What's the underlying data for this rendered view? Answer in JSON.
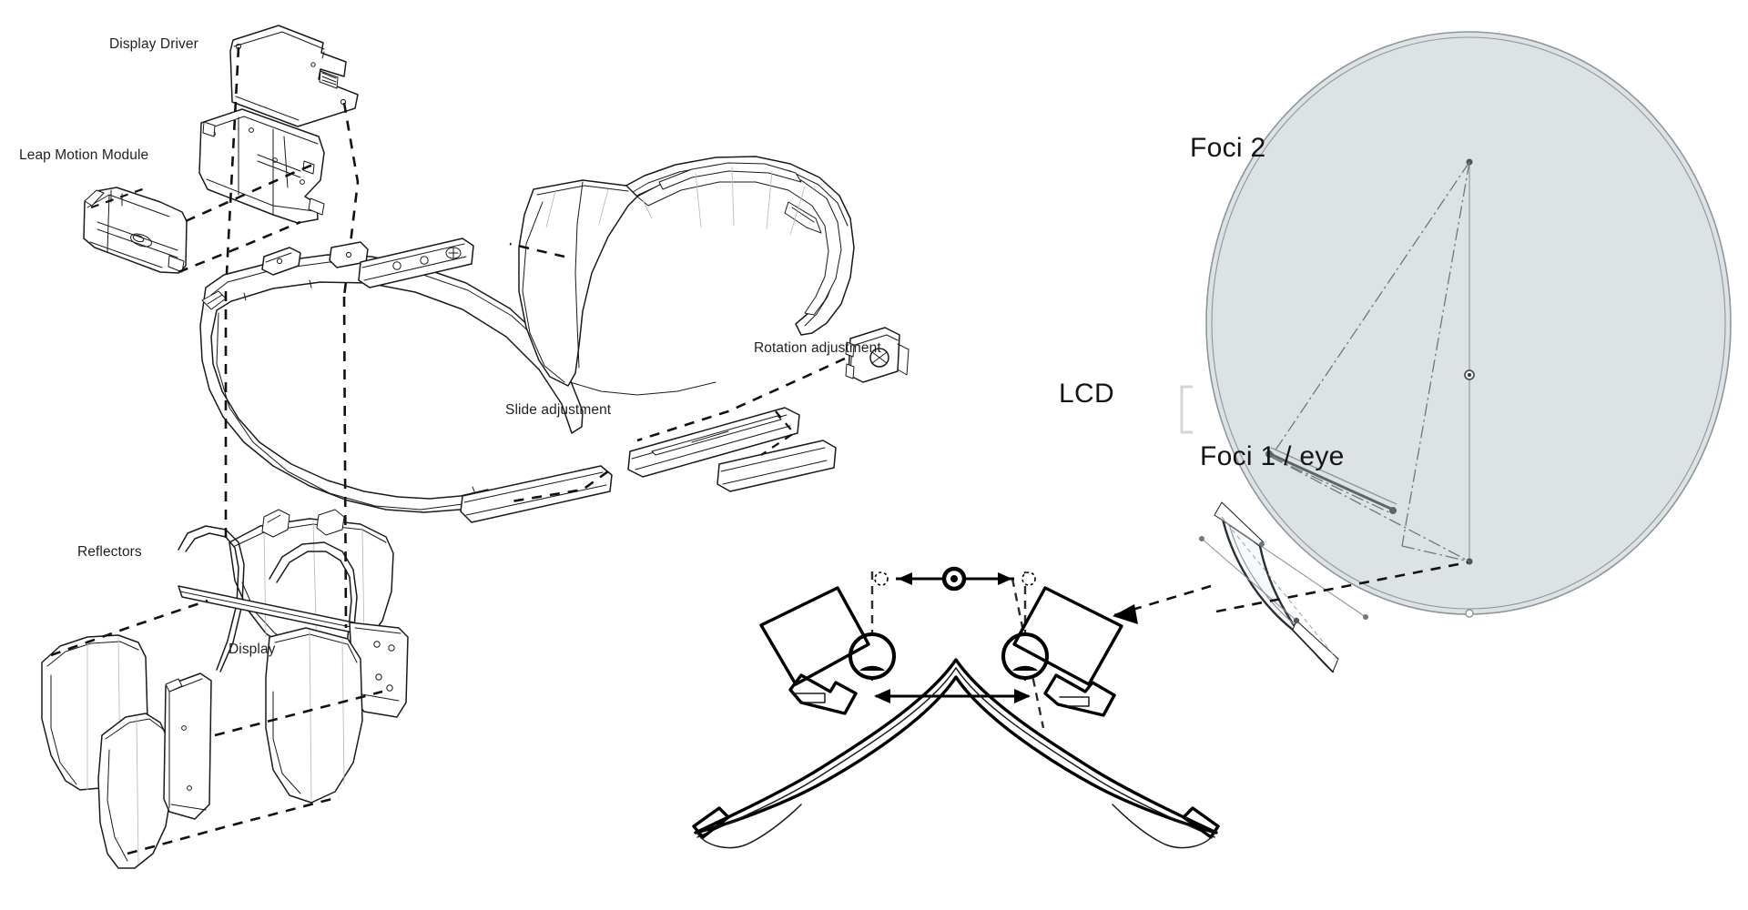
{
  "diagram": {
    "title": "AR Headset Exploded Assembly and Ellipsoidal Optics Diagram",
    "background_color": "#ffffff",
    "line_color": "#1a1a1a",
    "ellipse_fill": "#dde3e5",
    "ellipse_stroke": "#8c969b",
    "label_color": "#231f20"
  },
  "exploded_view": {
    "labels": [
      {
        "id": "display-driver",
        "text": "Display Driver"
      },
      {
        "id": "leap-motion-module",
        "text": "Leap Motion Module"
      },
      {
        "id": "rotation-adjustment",
        "text": "Rotation adjustment"
      },
      {
        "id": "slide-adjustment",
        "text": "Slide adjustment"
      },
      {
        "id": "reflectors",
        "text": "Reflectors"
      },
      {
        "id": "display",
        "text": "Display"
      }
    ]
  },
  "optics_view": {
    "labels": [
      {
        "id": "foci-2",
        "text": "Foci 2"
      },
      {
        "id": "lcd",
        "text": "LCD"
      },
      {
        "id": "foci-1-eye",
        "text": "Foci 1 / eye"
      }
    ]
  },
  "ipd_view": {
    "name": "interpupillary-distance-adjustment",
    "arrows": [
      {
        "id": "upper-ipd-arrow",
        "direction": "bidirectional"
      },
      {
        "id": "lower-ipd-arrow",
        "direction": "bidirectional"
      }
    ]
  },
  "callout": {
    "id": "optics-callout-arrow",
    "direction": "left"
  }
}
